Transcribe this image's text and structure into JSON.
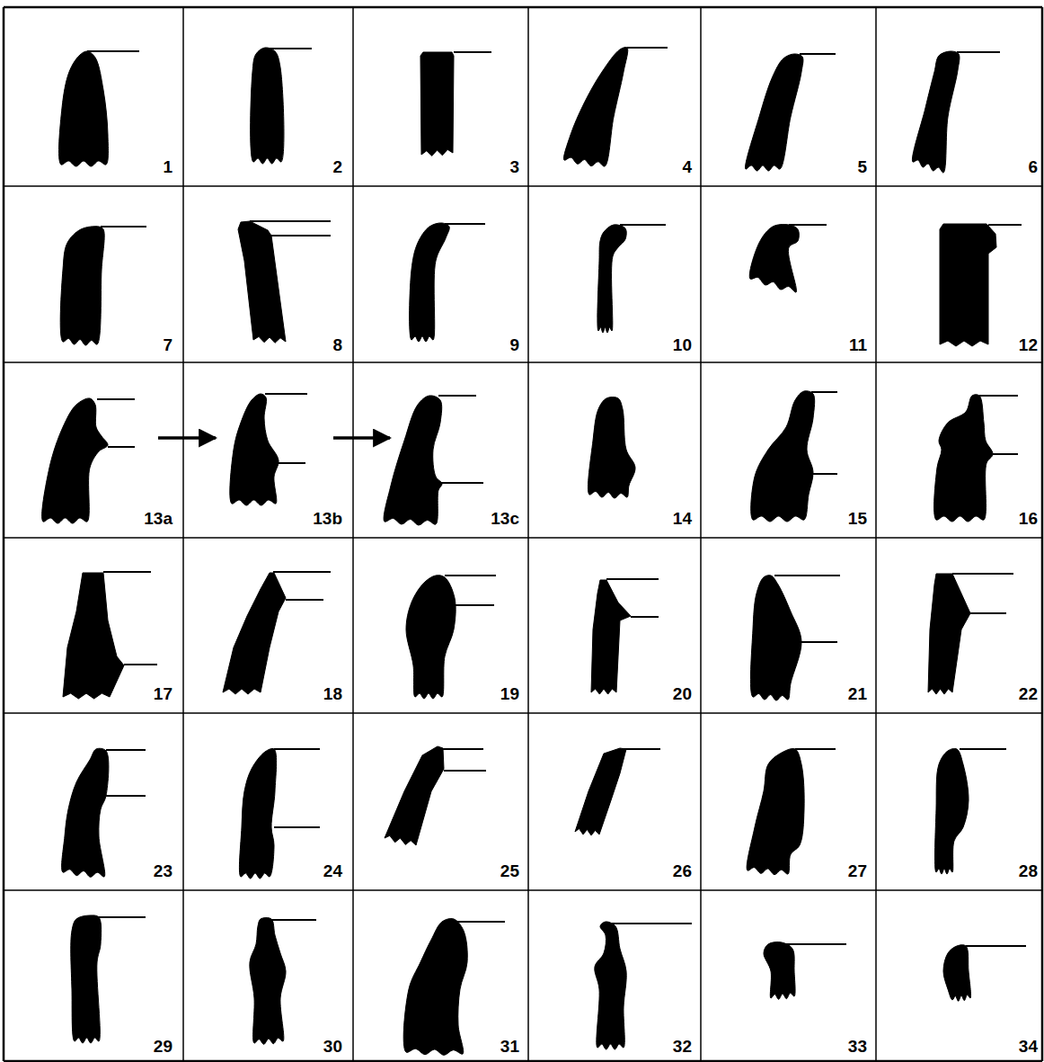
{
  "diagram": {
    "labels": [
      "1",
      "2",
      "3",
      "4",
      "5",
      "6",
      "7",
      "8",
      "9",
      "10",
      "11",
      "12",
      "13a",
      "13b",
      "13c",
      "14",
      "15",
      "16",
      "17",
      "18",
      "19",
      "20",
      "21",
      "22",
      "23",
      "24",
      "25",
      "26",
      "27",
      "28",
      "29",
      "30",
      "31",
      "32",
      "33",
      "34"
    ]
  }
}
